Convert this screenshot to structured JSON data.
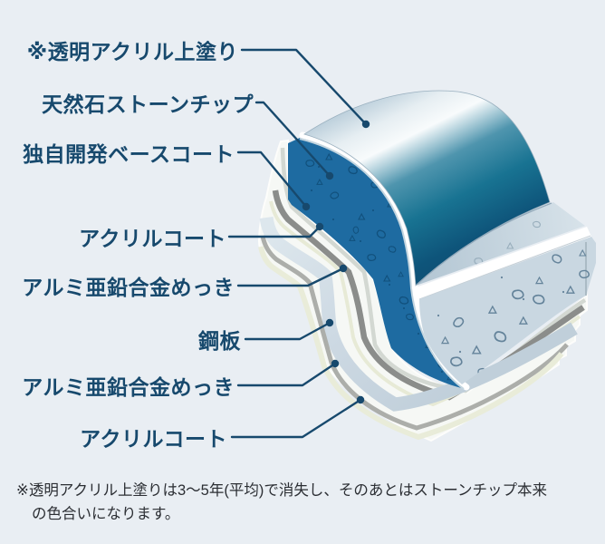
{
  "diagram": {
    "title_hint": "roof-panel-layer-structure",
    "labels": [
      {
        "id": "clear-topcoat",
        "text": "※透明アクリル上塗り"
      },
      {
        "id": "stone-chip",
        "text": "天然石ストーンチップ"
      },
      {
        "id": "base-coat",
        "text": "独自開発ベースコート"
      },
      {
        "id": "acrylic-coat-upper",
        "text": "アクリルコート"
      },
      {
        "id": "alu-zinc-upper",
        "text": "アルミ亜鉛合金めっき"
      },
      {
        "id": "steel-sheet",
        "text": "鋼板"
      },
      {
        "id": "alu-zinc-lower",
        "text": "アルミ亜鉛合金めっき"
      },
      {
        "id": "acrylic-coat-lower",
        "text": "アクリルコート"
      }
    ],
    "note": {
      "line1": "※透明アクリル上塗りは3〜5年(平均)で消失し、そのあとはストーンチップ本来",
      "line2": "の色合いになります。"
    },
    "colors": {
      "background": "#e9eef3",
      "accent_navy": "#17496d",
      "leader_line": "#17496d",
      "stone_chip_blue": "#1e6ba1",
      "chip_outline": "#11507c",
      "glossy_dark": "#0c4a6d",
      "glossy_light": "#b9cdda",
      "steel_layer": "#cdd9e3",
      "plating_dark": "#8b8d8b",
      "plating_light": "#acaeaa",
      "acrylic_gray": "#d3d8d2",
      "acrylic_cream": "#e9ecd9",
      "deck_face": "#c9d7e1",
      "note_text": "#2b2e33"
    }
  }
}
